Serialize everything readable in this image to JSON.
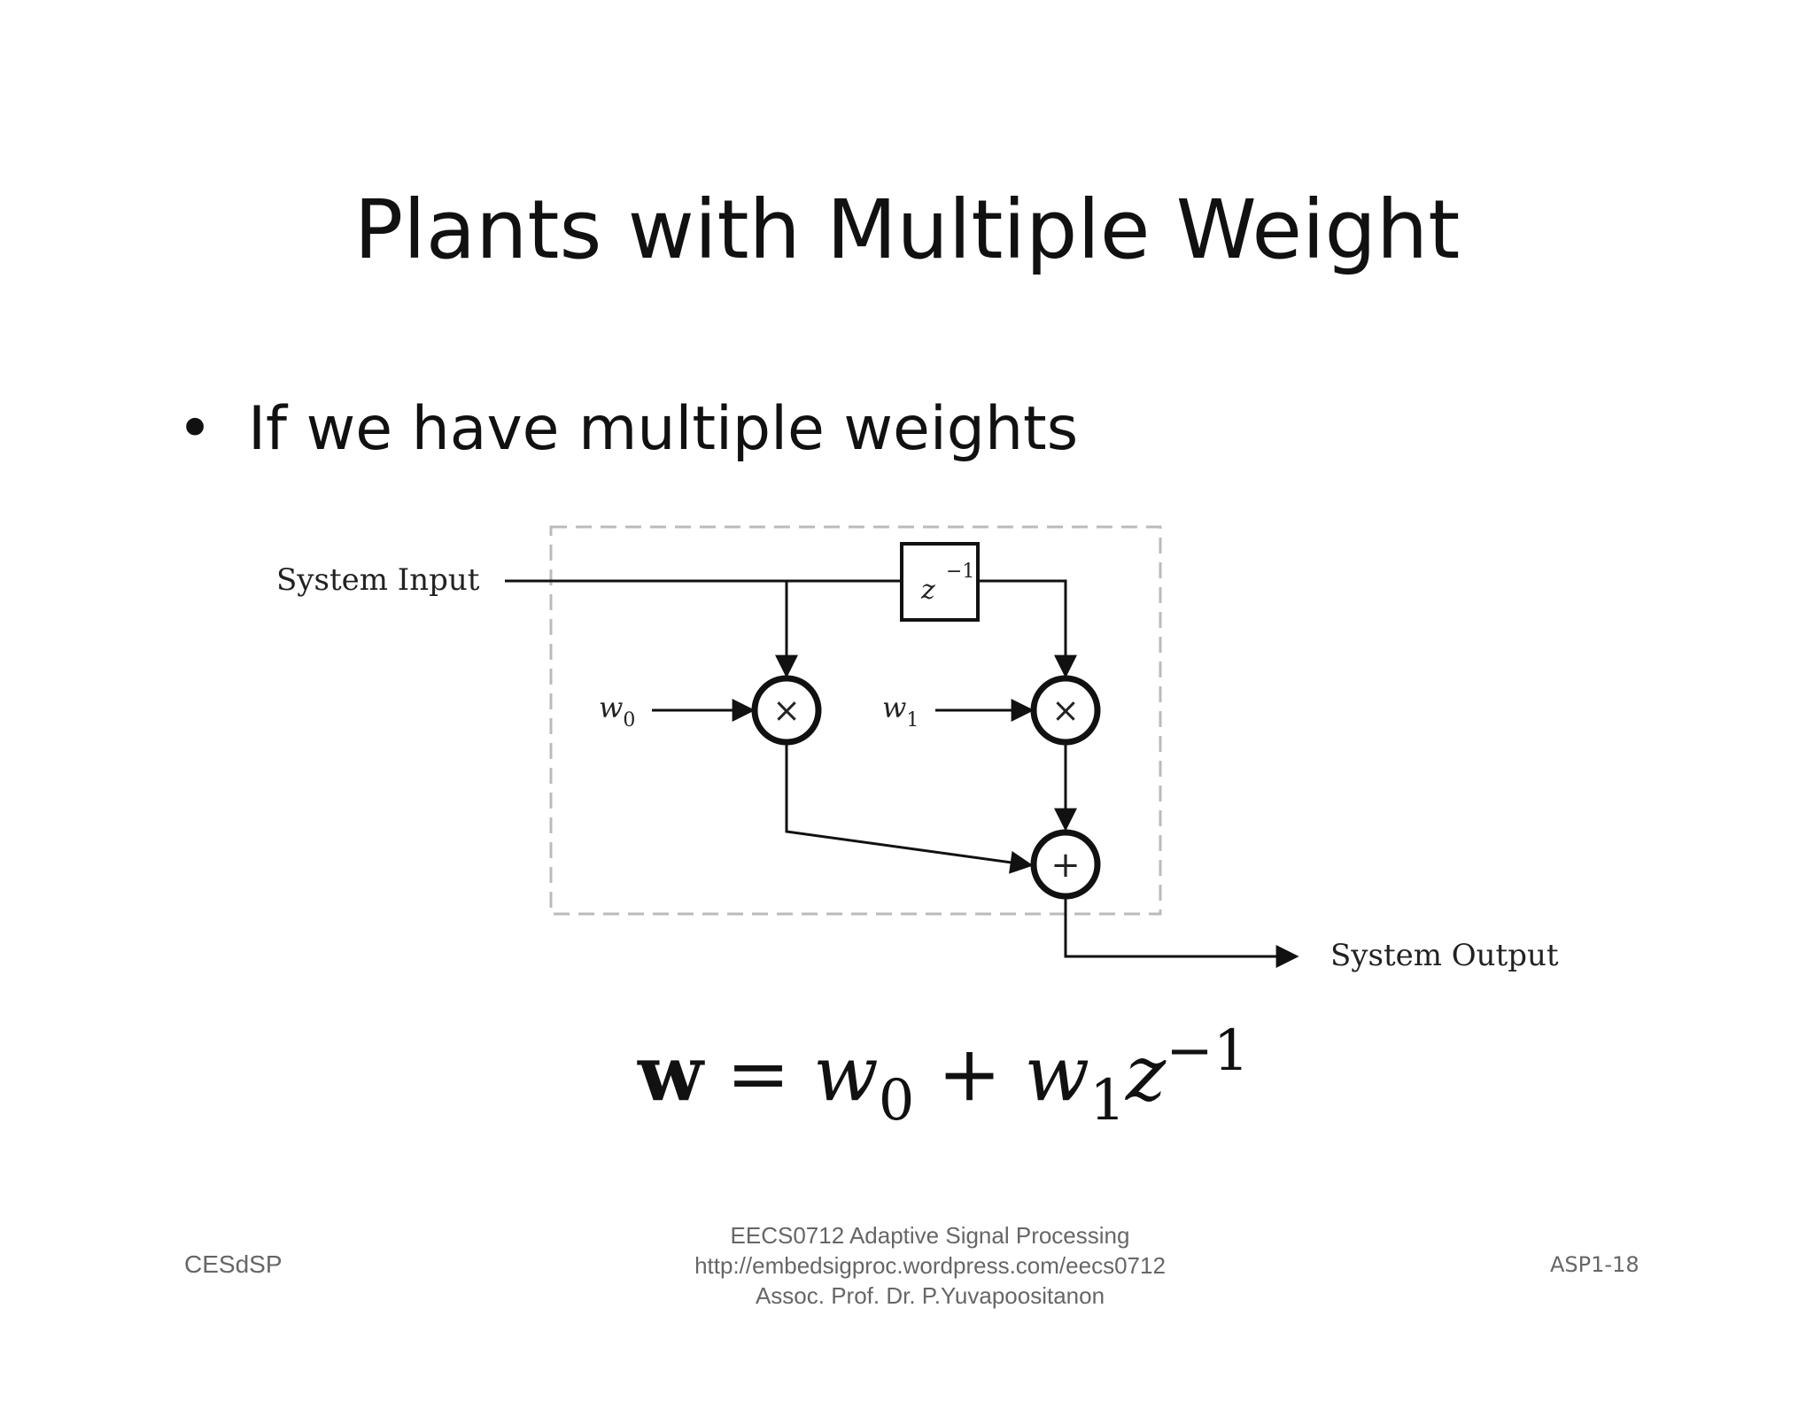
{
  "slide": {
    "title": "Plants with Multiple Weight",
    "bullet_marker": "•",
    "bullet": "If we have multiple weights"
  },
  "diagram": {
    "input_label": "System Input",
    "output_label": "System Output",
    "delay_label": "z",
    "delay_exponent": "−1",
    "weight0_label": "w",
    "weight0_sub": "0",
    "weight1_label": "w",
    "weight1_sub": "1",
    "multiply_symbol": "×",
    "sum_symbol": "+"
  },
  "equation": {
    "lhs": "w",
    "equals": "=",
    "w0": "w",
    "w0_sub": "0",
    "plus": "+",
    "w1": "w",
    "w1_sub": "1",
    "z": "z",
    "z_exp": "−1"
  },
  "footer": {
    "left": "CESdSP",
    "center_line1": "EECS0712 Adaptive Signal Processing",
    "center_line2": "http://embedsigproc.wordpress.com/eecs0712",
    "center_line3": "Assoc. Prof. Dr. P.Yuvapoositanon",
    "right": "ASP1-18"
  }
}
